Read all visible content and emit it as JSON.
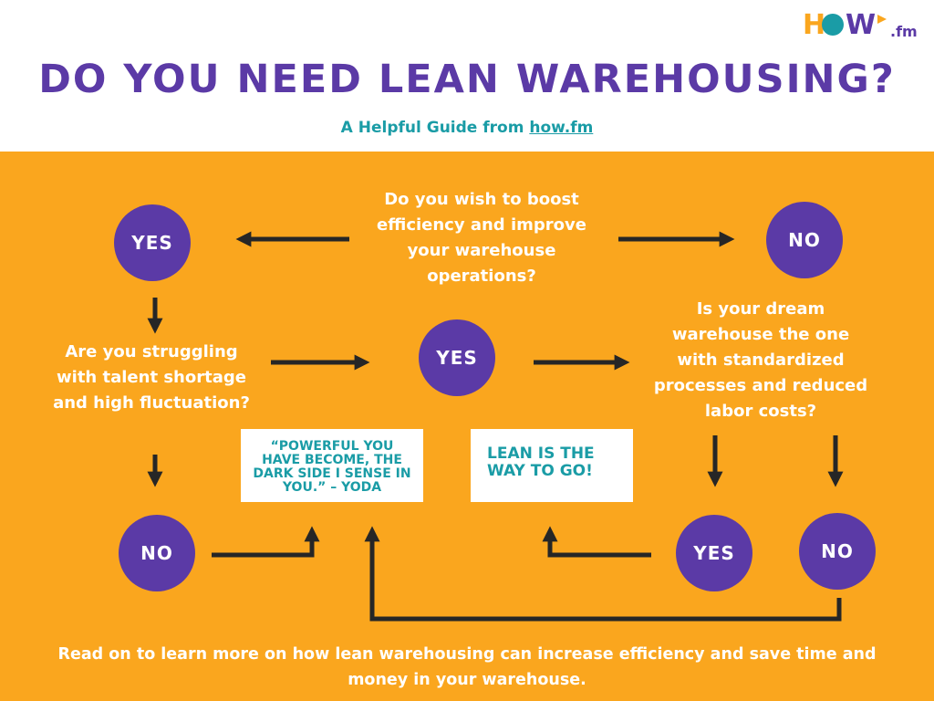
{
  "header": {
    "logo_text": "HOW.fm",
    "title": "DO YOU NEED LEAN WAREHOUSING?",
    "subtitle_prefix": "A Helpful Guide from ",
    "subtitle_link": "how.fm"
  },
  "colors": {
    "brand_purple": "#5b3aa6",
    "accent_orange": "#faa61e",
    "accent_teal": "#1a9ca6",
    "arrow": "#262626"
  },
  "flow": {
    "q1": "Do you wish to boost efficiency and improve your warehouse operations?",
    "q2": "Are you struggling with talent shortage and high fluctuation?",
    "q3": "Is your dream warehouse the one with standardized processes and reduced labor costs?",
    "yes": "YES",
    "no": "NO",
    "quote_box": "“Powerful you have become, the dark side I sense in you.” – Yoda",
    "lean_box": "Lean is the way to go!"
  },
  "footer": {
    "text": "Read on to learn more on how lean warehousing can increase efficiency and save time and money in your warehouse."
  }
}
